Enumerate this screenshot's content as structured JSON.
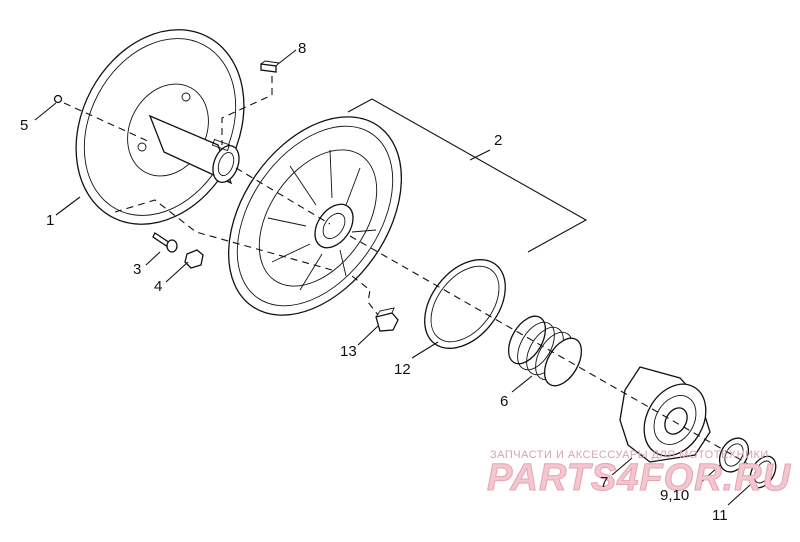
{
  "callouts": {
    "c1": "1",
    "c2": "2",
    "c3": "3",
    "c4": "4",
    "c5": "5",
    "c6": "6",
    "c7": "7",
    "c8": "8",
    "c910": "9,10",
    "c11": "11",
    "c12": "12",
    "c13": "13"
  },
  "watermark": {
    "tagline": "ЗАПЧАСТИ И АКСЕССУАРЫ ДЛЯ МОТОТЕХНИКИ",
    "logo": "PARTS4FOR.RU"
  }
}
